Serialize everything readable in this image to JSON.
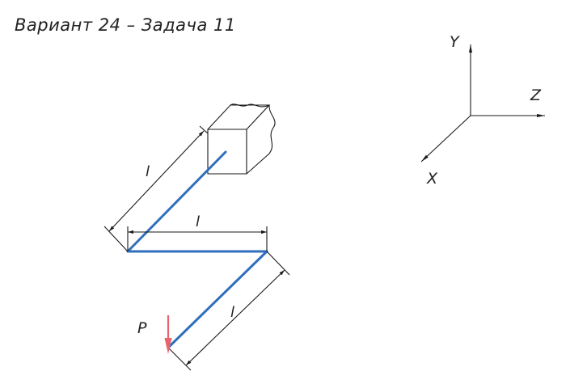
{
  "title": "Вариант 24 – Задача 11",
  "dimensions": {
    "segment_1_label": "l",
    "segment_2_label": "l",
    "segment_3_label": "l"
  },
  "load": {
    "label": "P",
    "color": "#e8636b"
  },
  "axes": {
    "y_label": "Y",
    "z_label": "Z",
    "x_label": "X"
  },
  "colors": {
    "beam": "#2f6fbd",
    "lines": "#1a1a1a"
  }
}
